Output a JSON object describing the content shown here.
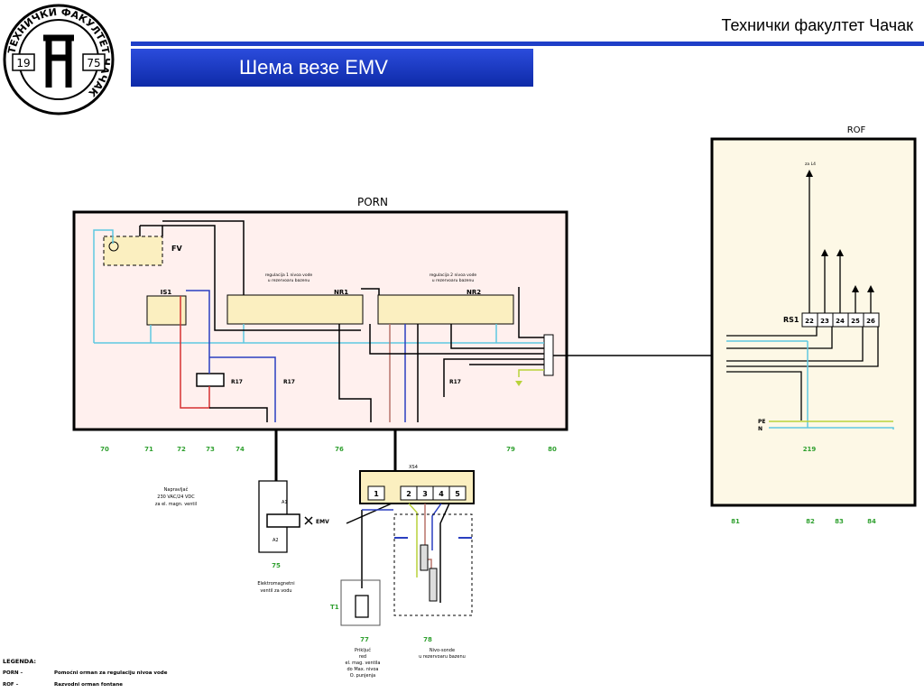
{
  "header": {
    "faculty": "Технички факултет Чачак",
    "title": "Шема везе EMV"
  },
  "logo": {
    "text": "ТЕХНИЧКИ ФАКУЛТЕТ ЧАЧАК",
    "year_left": "19",
    "year_right": "75"
  },
  "panels": {
    "porn": "PORN",
    "rof": "ROF"
  },
  "porn_components": {
    "is1": "IS1",
    "fv": "FV",
    "nr1": "NR1",
    "nr2": "NR2",
    "r17a": "R17",
    "r17b": "R17",
    "r17c": "R17",
    "nr1_caption_1": "regulacija 1 nivoa vode",
    "nr1_caption_2": "u rezervoaru bazenu",
    "nr2_caption_1": "regulacija 2 nivoa vode",
    "nr2_caption_2": "u rezervoaru bazenu"
  },
  "column_numbers": {
    "bottom_left": [
      "70",
      "71",
      "72",
      "73",
      "74",
      "76",
      "79",
      "80"
    ],
    "bottom_right": [
      "81",
      "82",
      "83",
      "84"
    ]
  },
  "rof_components": {
    "rs1": "RS1",
    "terminals": [
      "22",
      "23",
      "24",
      "25",
      "26"
    ],
    "top_label": "za L4",
    "pe": "PE",
    "n": "N",
    "ref": "219"
  },
  "lower": {
    "supply_1": "Napravljač",
    "supply_2": "230 VAC/24 VDC",
    "supply_3": "za el. magn. ventil",
    "emv": "EMV",
    "a1": "A1",
    "a2": "A2",
    "num_75": "75",
    "valve_1": "Elektromagnetni",
    "valve_2": "ventil za vodu",
    "xs4": "XS4",
    "xs4_terms": [
      "1",
      "2",
      "3",
      "4",
      "5"
    ],
    "t1": "T1",
    "num_77": "77",
    "num_78": "78",
    "c77_1": "Priključ",
    "c77_2": "red",
    "c77_3": "el. mag. ventila",
    "c77_4": "do Max. nivoa",
    "c77_5": "O. punjenja",
    "c78_1": "Nivo-sonde",
    "c78_2": "u rezervoaru bazenu"
  },
  "legend": {
    "title": "LEGENDA:",
    "items": [
      {
        "code": "PORN –",
        "text": "Pomoćni orman za regulaciju nivoa vode"
      },
      {
        "code": "ROF –",
        "text": "Razvodni orman fontane"
      }
    ]
  },
  "colors": {
    "blue_bar": "#1f3fc8",
    "cyan": "#5fc8e0",
    "panel_fill": "#fff0ee",
    "rof_fill": "#fdf8e6",
    "green_label": "#2fa02f"
  }
}
